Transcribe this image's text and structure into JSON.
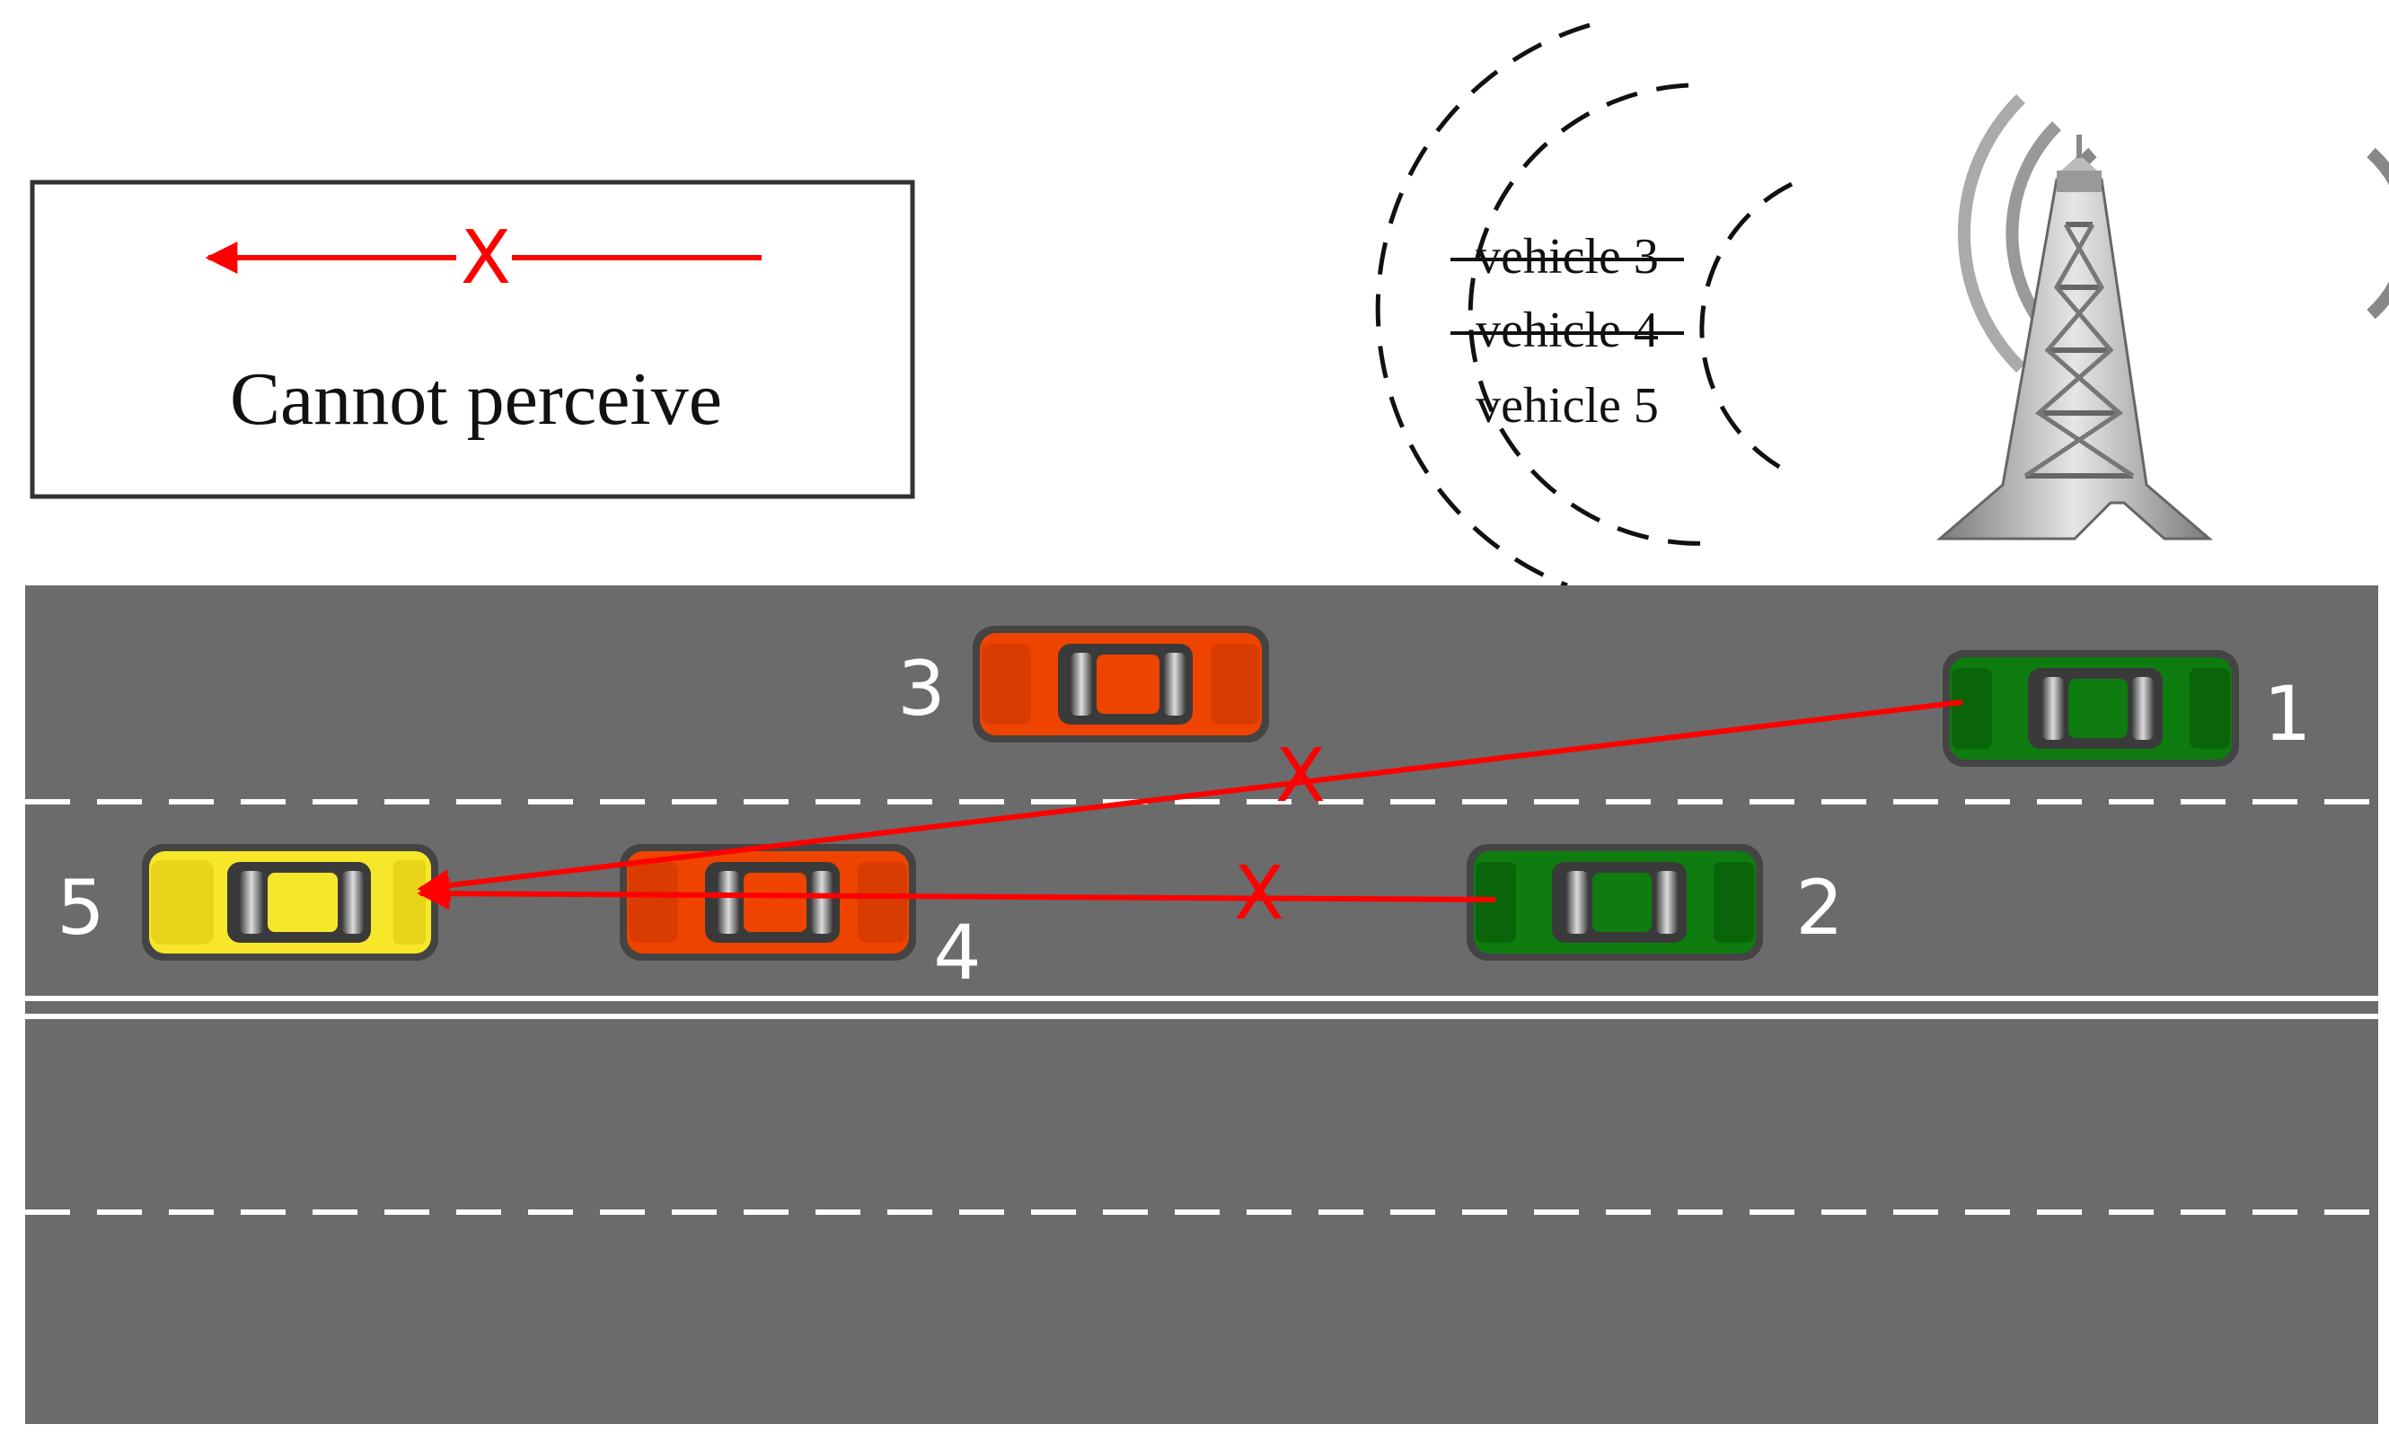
{
  "legend": {
    "mark": "X",
    "label": "Cannot perceive"
  },
  "broadcast": {
    "items": [
      {
        "text": "vehicle 3",
        "struck": true
      },
      {
        "text": "vehicle 4",
        "struck": true
      },
      {
        "text": "vehicle 5",
        "struck": false
      }
    ]
  },
  "vehicles": {
    "v1": {
      "label": "1",
      "color": "green"
    },
    "v2": {
      "label": "2",
      "color": "green"
    },
    "v3": {
      "label": "3",
      "color": "orange"
    },
    "v4": {
      "label": "4",
      "color": "orange"
    },
    "v5": {
      "label": "5",
      "color": "yellow"
    }
  },
  "links": {
    "v1_to_v5": {
      "mark": "X"
    },
    "v2_to_v5": {
      "mark": "X"
    }
  },
  "colors": {
    "road": "#6b6b6b",
    "arrow": "#ff0000",
    "green": "#0e7c0e",
    "orange": "#ee4400",
    "yellow": "#f7e72a",
    "lane_marking": "#ffffff"
  }
}
